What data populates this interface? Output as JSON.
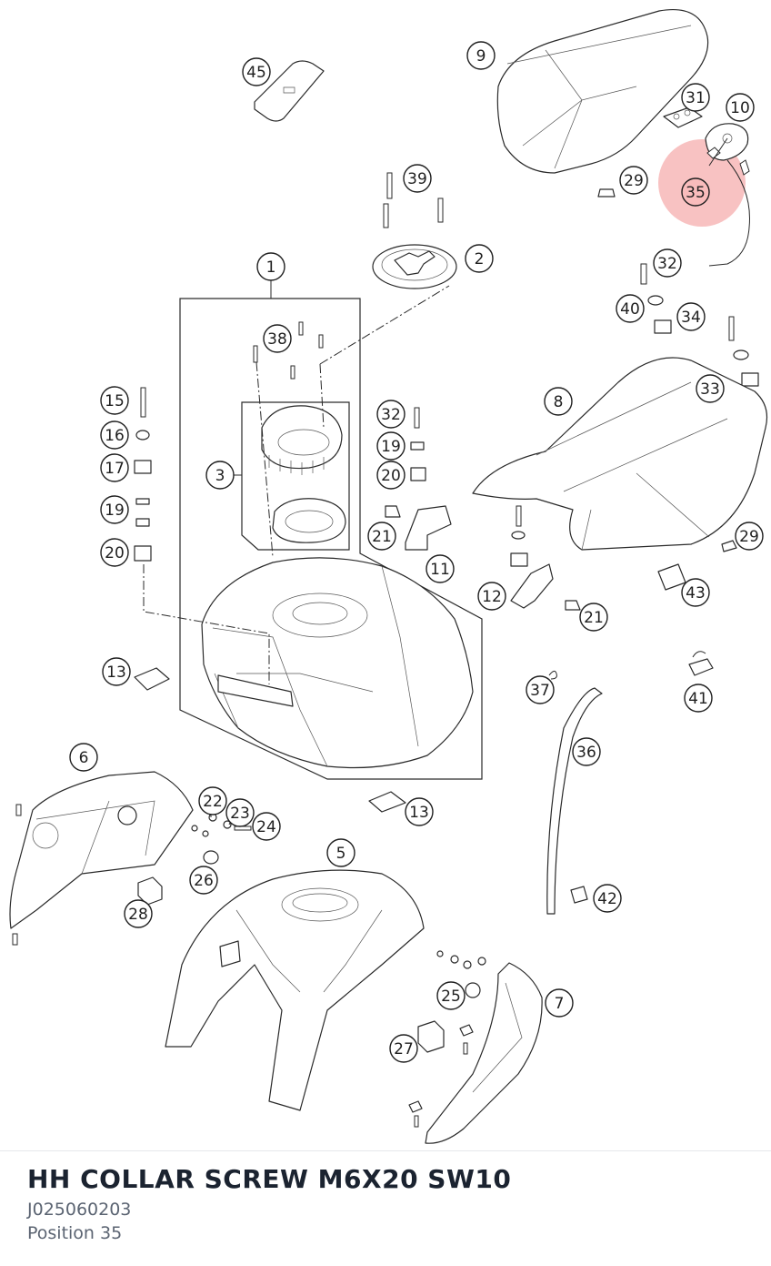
{
  "highlight": {
    "position": "35",
    "color": "#f07878"
  },
  "callouts": [
    "1",
    "2",
    "3",
    "5",
    "6",
    "7",
    "8",
    "9",
    "10",
    "11",
    "12",
    "13",
    "15",
    "16",
    "17",
    "19",
    "20",
    "21",
    "22",
    "23",
    "24",
    "25",
    "26",
    "27",
    "28",
    "29",
    "31",
    "32",
    "33",
    "34",
    "35",
    "36",
    "37",
    "38",
    "39",
    "40",
    "41",
    "42",
    "43",
    "45"
  ],
  "part": {
    "title": "HH COLLAR SCREW M6X20 SW10",
    "number": "J025060203",
    "position_label": "Position 35"
  }
}
